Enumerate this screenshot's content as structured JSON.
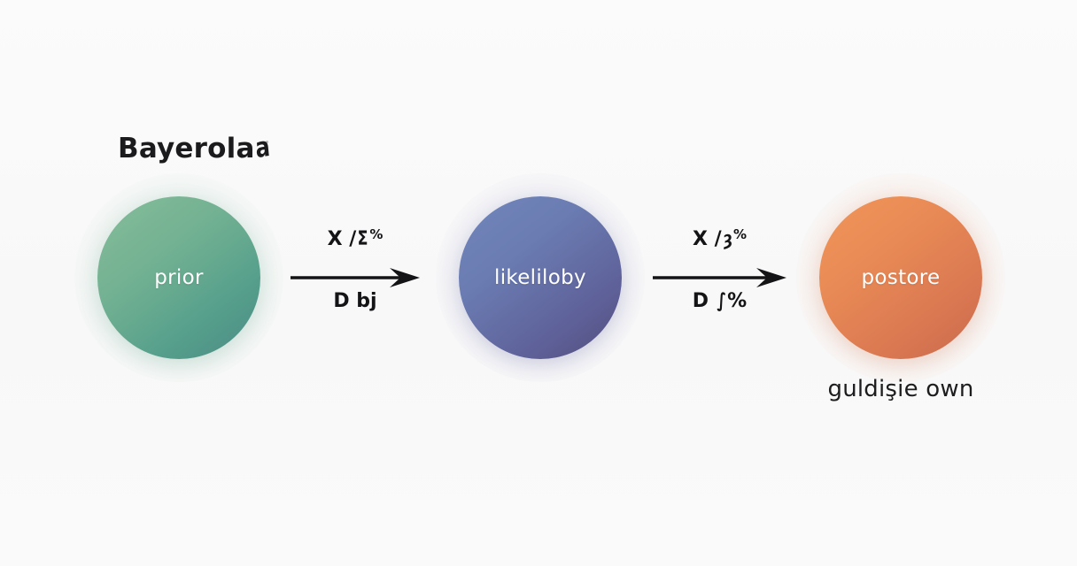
{
  "diagram": {
    "title": "Bayerola",
    "title_trailing_glyph": "a",
    "background_color": "#fafafa",
    "nodes": [
      {
        "id": "prior",
        "label": "prior",
        "color_start": "#86bd9b",
        "color_end": "#4a8b85"
      },
      {
        "id": "likelihood",
        "label": "likeliloby",
        "color_start": "#7286bb",
        "color_end": "#534d7d"
      },
      {
        "id": "posterior",
        "label": "postore",
        "color_start": "#f0965a",
        "color_end": "#c9694b"
      }
    ],
    "arrows": [
      {
        "id": "arrow-1",
        "label_above_prefix": "X /",
        "label_above_symbol": "Σ",
        "label_above_suffix": "%",
        "label_below": "D bj",
        "color": "#141416"
      },
      {
        "id": "arrow-2",
        "label_above_prefix": "X /",
        "label_above_symbol": "ȝ",
        "label_above_suffix": "%",
        "label_below_prefix": "D ",
        "label_below_symbol": "∫",
        "label_below_suffix": "%",
        "color": "#141416"
      }
    ],
    "caption": "guldişie own"
  }
}
